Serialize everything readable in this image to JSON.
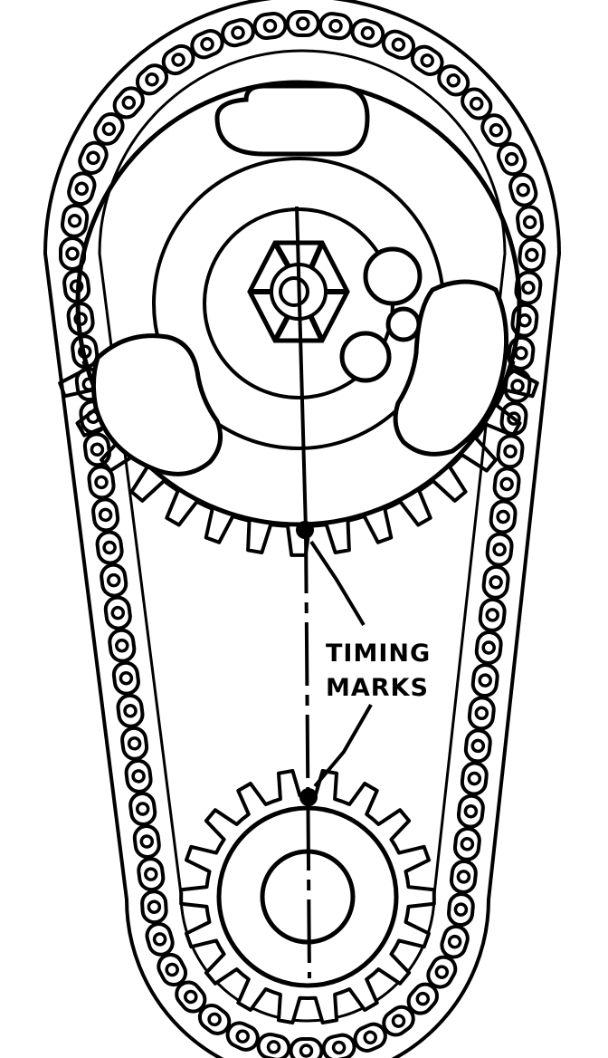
{
  "labels": {
    "line1": "TIMING",
    "line2": "MARKS"
  },
  "colors": {
    "ink": "#000000",
    "paper": "#ffffff"
  },
  "parts": {
    "camshaft_sprocket_teeth": 36,
    "crankshaft_sprocket_teeth": 18
  }
}
